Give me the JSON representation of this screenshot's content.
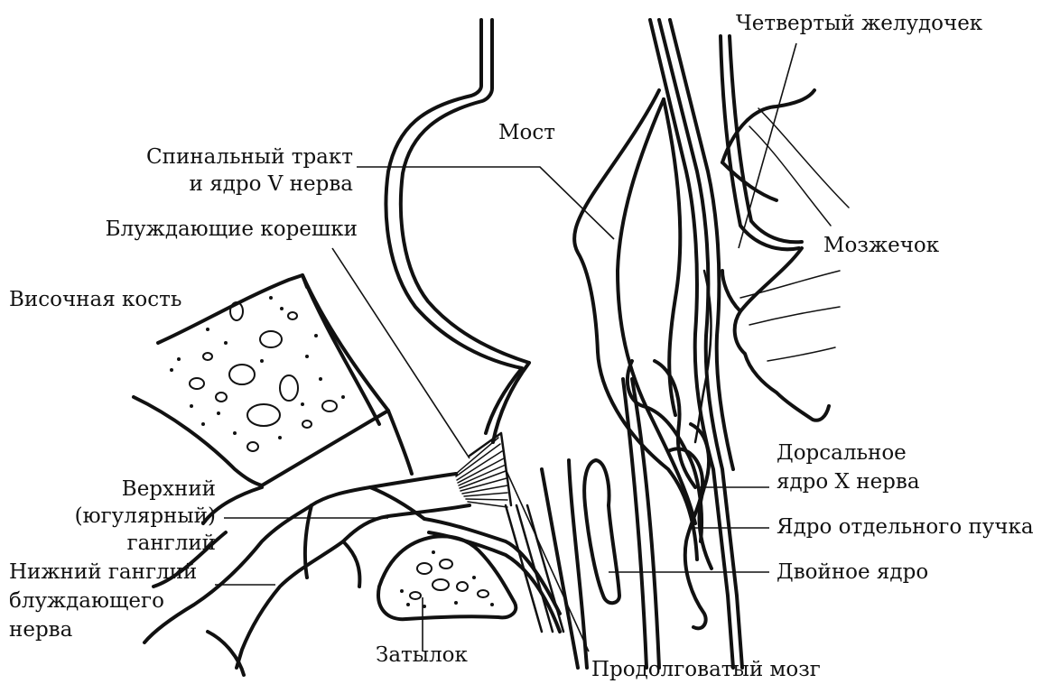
{
  "labels": {
    "fourth_ventricle": "Четвертый желудочек",
    "pons": "Мост",
    "spinal_tract_1": "Спинальный тракт",
    "spinal_tract_2": "и ядро V нерва",
    "vagal_rootlets": "Блуждающие корешки",
    "cerebellum": "Мозжечок",
    "temporal_bone": "Височная кость",
    "superior_ganglion_1": "Верхний",
    "superior_ganglion_2": "(югулярный)",
    "superior_ganglion_3": "ганглий",
    "dorsal_nucleus_1": "Дорсальное",
    "dorsal_nucleus_2": "ядро X нерва",
    "solitary_nucleus": "Ядро отдельного пучка",
    "inferior_ganglion_1": "Нижний ганглий",
    "inferior_ganglion_2": "блуждающего",
    "inferior_ganglion_3": "нерва",
    "nucleus_ambiguus": "Двойное ядро",
    "occiput": "Затылок",
    "medulla": "Продолговатый мозг"
  }
}
